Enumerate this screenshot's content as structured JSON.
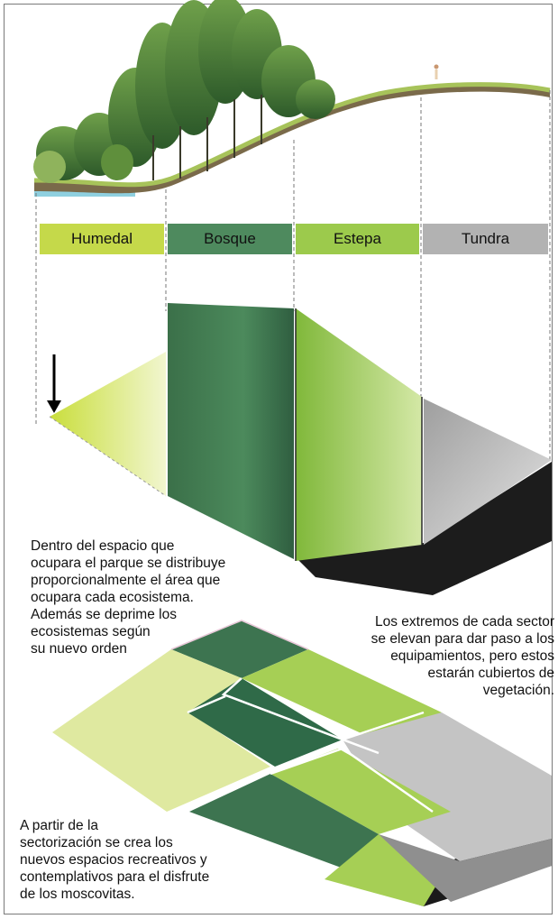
{
  "ecosystems": [
    {
      "name": "Humedal",
      "color": "#c5d94a"
    },
    {
      "name": "Bosque",
      "color": "#4e8a5e"
    },
    {
      "name": "Estepa",
      "color": "#9cca4c"
    },
    {
      "name": "Tundra",
      "color": "#b2b2b2"
    }
  ],
  "notes": {
    "distribution": "Dentro del espacio que\nocupara el parque se distribuye\nproporcionalmente el área que\nocupara cada ecosistema.\nAdemás se deprime los\necosistemas según\nsu nuevo orden",
    "edges": "Los extremos de cada sector\nse elevan para dar paso a los\nequipamientos, pero estos\nestarán cubiertos de\nvegetación.",
    "spaces": "A partir de la\nsectorización se crea los\nnuevos espacios recreativos y\ncontemplativos para el disfrute\nde los moscovitas."
  },
  "colors": {
    "dark_green": "#3d7450",
    "light_green": "#a6cf55",
    "pale_yellow": "#dfe9a0",
    "grey": "#c4c4c4",
    "water": "#8fd0e0"
  }
}
